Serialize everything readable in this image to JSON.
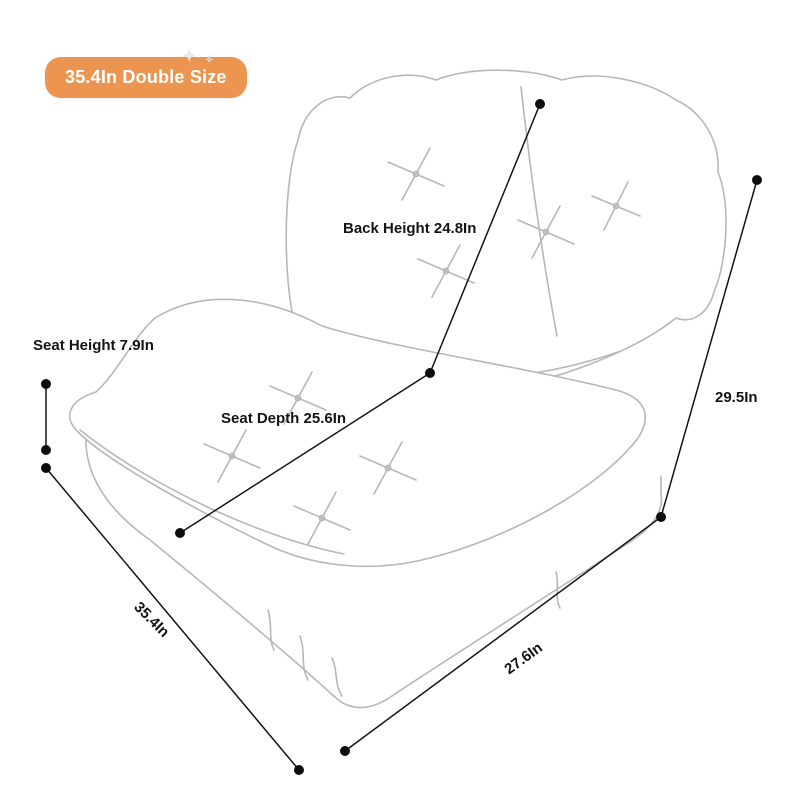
{
  "badge": {
    "label": "35.4In Double Size",
    "background_color": "#EC9551",
    "text_color": "#FFFFFF",
    "decorations": [
      {
        "icon": "sparkle-icon"
      },
      {
        "icon": "sparkle-icon"
      }
    ]
  },
  "artwork": {
    "subject": "tufted floor sofa line drawing",
    "sketch_line_color": "#B7B7B7",
    "dimension_line_color": "#141414"
  },
  "dimensions": {
    "back_height": {
      "label": "Back Height 24.8In"
    },
    "seat_height": {
      "label": "Seat Height 7.9In"
    },
    "seat_depth": {
      "label": "Seat Depth 25.6In"
    },
    "side_height": {
      "label": "29.5In"
    },
    "bottom_width": {
      "label": "35.4In"
    },
    "bottom_depth": {
      "label": "27.6In"
    }
  }
}
